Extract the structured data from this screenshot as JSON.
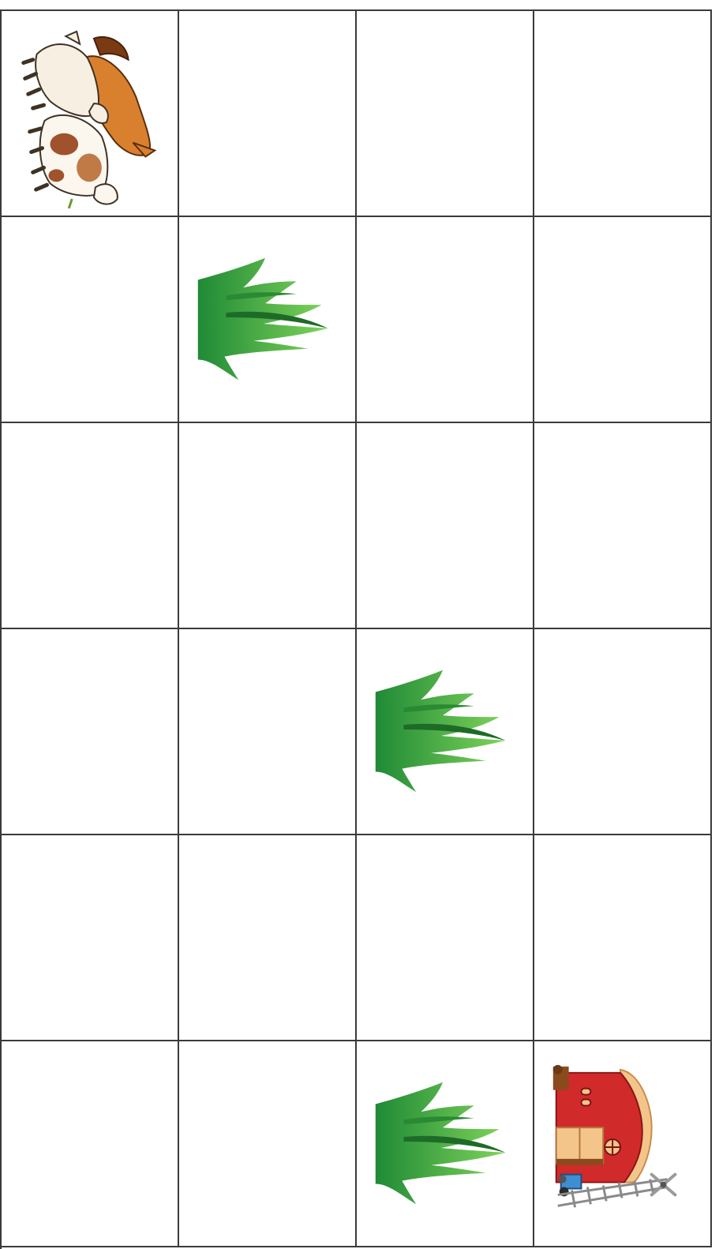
{
  "board": {
    "rows": 6,
    "columns": 4,
    "cells": [
      [
        "animals",
        "empty",
        "empty",
        "empty"
      ],
      [
        "empty",
        "grass",
        "empty",
        "empty"
      ],
      [
        "empty",
        "empty",
        "empty",
        "empty"
      ],
      [
        "empty",
        "empty",
        "grass",
        "empty"
      ],
      [
        "empty",
        "empty",
        "empty",
        "empty"
      ],
      [
        "empty",
        "empty",
        "grass",
        "barn"
      ]
    ]
  },
  "icons": {
    "animals": "farm-animals-icon",
    "grass": "grass-icon",
    "barn": "barn-icon"
  },
  "colors": {
    "grid_line": "#3a3a3a",
    "grass_light": "#6cc04a",
    "grass_dark": "#1e7a2e",
    "barn_red": "#d12a2a",
    "roof_cream": "#f3c58a",
    "horse_brown": "#c8671d",
    "cow_brown": "#a0522d"
  }
}
